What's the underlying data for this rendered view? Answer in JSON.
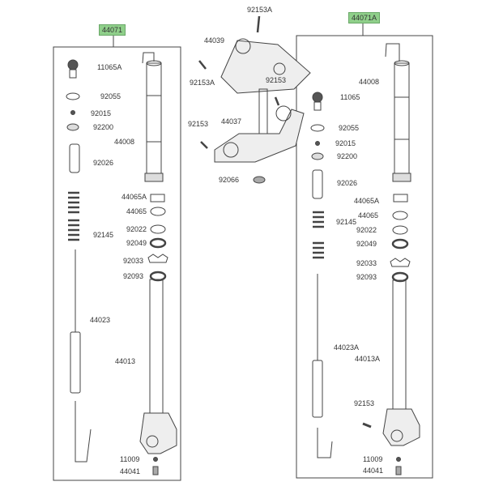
{
  "assemblies": {
    "left": {
      "code": "44071"
    },
    "right": {
      "code": "44071A"
    }
  },
  "left_parts": [
    "11065A",
    "92055",
    "92015",
    "92200",
    "92026",
    "44008",
    "44065A",
    "44065",
    "92022",
    "92145",
    "92049",
    "92033",
    "92093",
    "44023",
    "44013",
    "11009",
    "44041"
  ],
  "center_parts": [
    "92153A",
    "44039",
    "92153A",
    "92153",
    "92153",
    "44037",
    "92066"
  ],
  "right_parts": [
    "44008",
    "11065",
    "92055",
    "92015",
    "92200",
    "92026",
    "44065A",
    "44065",
    "92145",
    "92022",
    "92049",
    "92033",
    "92093",
    "44023A",
    "44013A",
    "92153",
    "11009",
    "44041"
  ],
  "colors": {
    "tag": "#8fcf8a",
    "line": "#444444"
  }
}
